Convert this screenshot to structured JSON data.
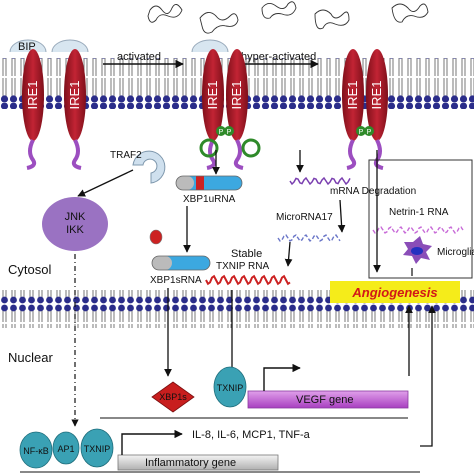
{
  "labels": {
    "bip": "BIP",
    "activated": "activated",
    "hyper_activated": "hyper-activated",
    "ire1": "IRE1",
    "p": "P",
    "traf2": "TRAF2",
    "jnk": "JNK",
    "ikk": "IKK",
    "xbp1u": "XBP1uRNA",
    "xbp1s_rna": "XBP1sRNA",
    "stable": "Stable",
    "txnip_rna": "TXNIP RNA",
    "mrna_degradation": "mRNA Degradation",
    "microrna17": "MicroRNA17",
    "netrin": "Netrin-1 RNA",
    "microglia": "Microglia",
    "angiogenesis": "Angiogenesis",
    "cytosol": "Cytosol",
    "nuclear": "Nuclear",
    "xbp1s": "XBP1s",
    "txnip": "TXNIP",
    "vegf_gene": "VEGF gene",
    "nfkb": "NF-κB",
    "ap1": "AP1",
    "cytokines": "IL-8, IL-6, MCP1, TNF-a",
    "inflammatory_gene": "Inflammatory gene"
  },
  "colors": {
    "ire1": "#b41a28",
    "membrane_head": "#2b2d8a",
    "kinase": "#9c4ec0",
    "jnk_ikk": "#9a72c2",
    "xbp1s": "#c81e1e",
    "txnip": "#3aa1b4",
    "vegf_gene": "#c25bd6",
    "angiogenesis": "#f5ec1a",
    "angiogenesis_text": "#d21818",
    "phospho": "#2f8a2a",
    "nf_kb": "#3aa1b4",
    "ap1": "#3aa1b4"
  }
}
